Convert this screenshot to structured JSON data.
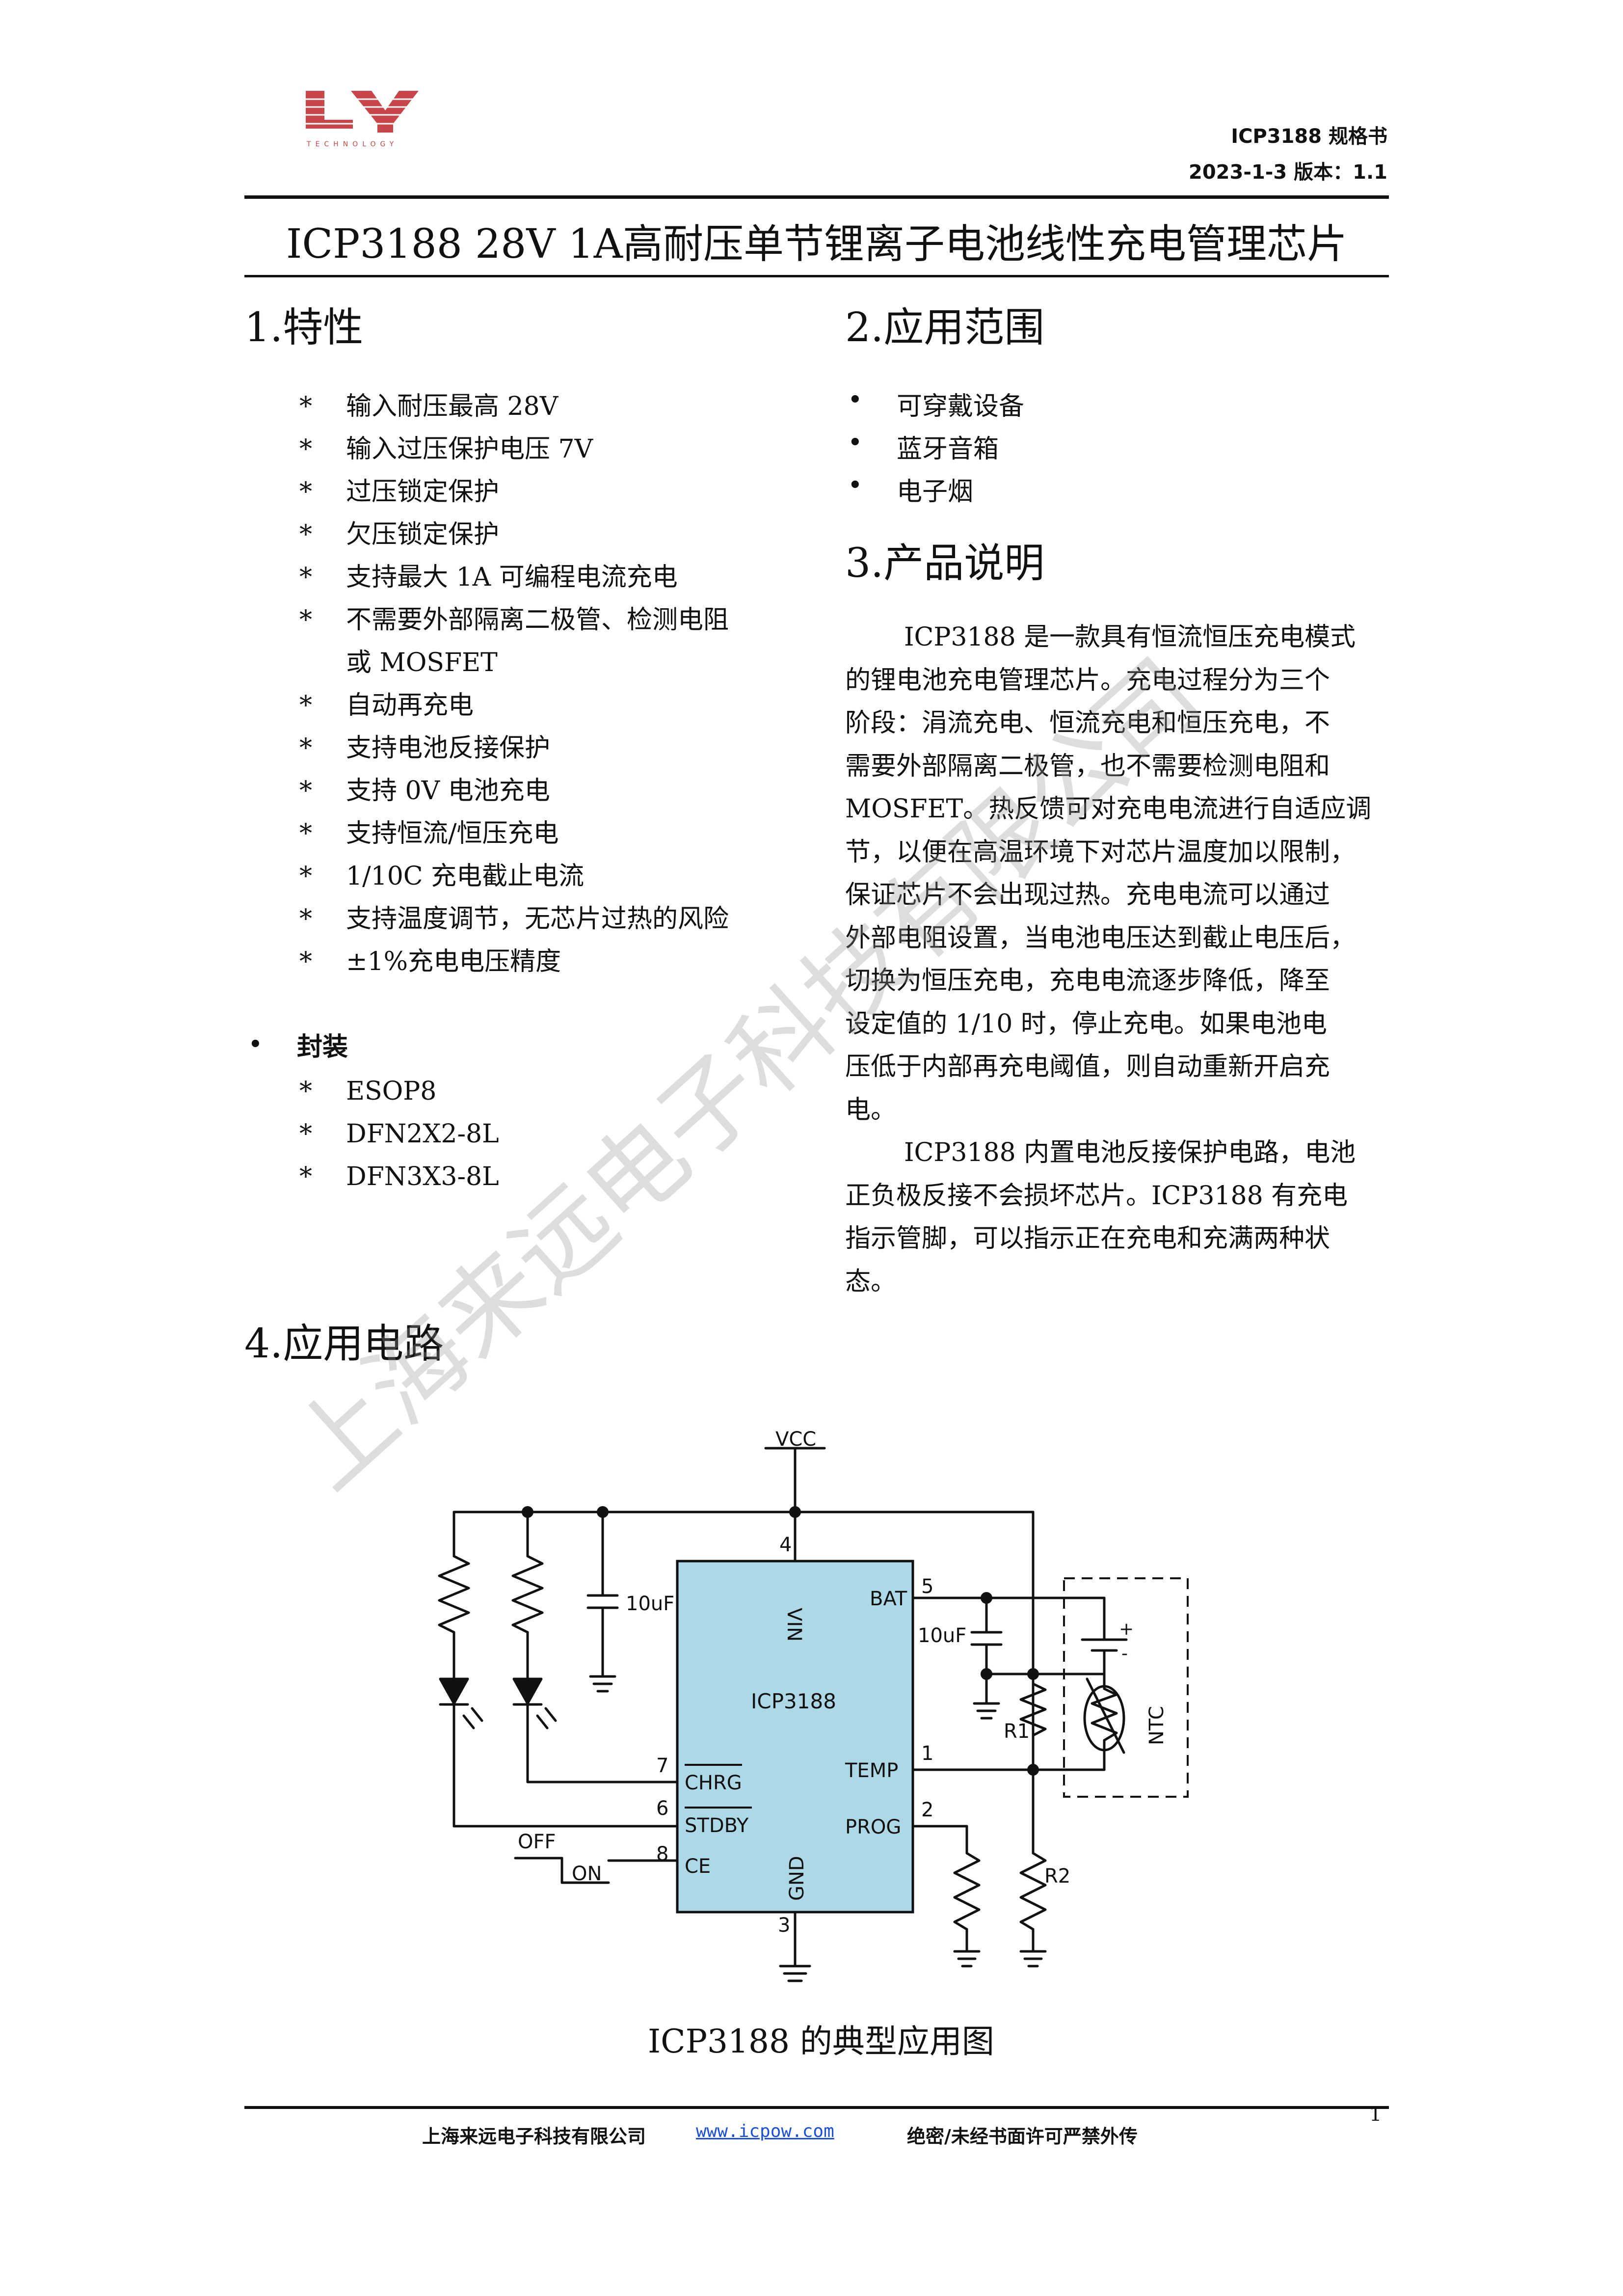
{
  "header": {
    "logo_text": "LY",
    "logo_sub": "TECHNOLOGY",
    "doc_name": "ICP3188 规格书",
    "date_version": "2023-1-3 版本：1.1"
  },
  "title": "ICP3188 28V 1A高耐压单节锂离子电池线性充电管理芯片",
  "features": {
    "heading": "1.特性",
    "star": "*",
    "items": [
      "输入耐压最高 28V",
      "输入过压保护电压 7V",
      "过压锁定保护",
      "欠压锁定保护",
      "支持最大 1A 可编程电流充电",
      "不需要外部隔离二极管、检测电阻",
      "或 MOSFET",
      "自动再充电",
      "支持电池反接保护",
      "支持 0V 电池充电",
      "支持恒流/恒压充电",
      "1/10C 充电截止电流",
      "支持温度调节，无芯片过热的风险",
      "±1%充电电压精度"
    ],
    "package_bullet": "•",
    "package_label": "封装",
    "packages": [
      "ESOP8",
      "DFN2X2-8L",
      "DFN3X3-8L"
    ]
  },
  "applications": {
    "heading": "2.应用范围",
    "bullet": "•",
    "items": [
      "可穿戴设备",
      "蓝牙音箱",
      "电子烟"
    ]
  },
  "description": {
    "heading": "3.产品说明",
    "lines": [
      "ICP3188 是一款具有恒流恒压充电模式",
      "的锂电池充电管理芯片。充电过程分为三个",
      "阶段：涓流充电、恒流充电和恒压充电，不",
      "需要外部隔离二极管，也不需要检测电阻和",
      "MOSFET。热反馈可对充电电流进行自适应调",
      "节，以便在高温环境下对芯片温度加以限制，",
      "保证芯片不会出现过热。充电电流可以通过",
      "外部电阻设置，当电池电压达到截止电压后，",
      "切换为恒压充电，充电电流逐步降低，降至",
      "设定值的 1/10 时，停止充电。如果电池电",
      "压低于内部再充电阈值，则自动重新开启充",
      "电。",
      "ICP3188 内置电池反接保护电路，电池",
      "正负极反接不会损坏芯片。ICP3188 有充电",
      "指示管脚，可以指示正在充电和充满两种状",
      "态。"
    ]
  },
  "circuit": {
    "heading": "4.应用电路",
    "vcc": "VCC",
    "chip": "ICP3188",
    "pins": {
      "vin": "VIN",
      "bat": "BAT",
      "temp": "TEMP",
      "prog": "PROG",
      "chrg": "CHRG",
      "stdby": "STDBY",
      "ce": "CE",
      "gnd": "GND"
    },
    "pin_numbers": {
      "vin": "4",
      "bat": "5",
      "temp": "1",
      "prog": "2",
      "chrg": "7",
      "stdby": "6",
      "ce": "8",
      "gnd": "3"
    },
    "cap_left": "10uF",
    "cap_right": "10uF",
    "r1": "R1",
    "r2": "R2",
    "ntc": "NTC",
    "off": "OFF",
    "on": "ON",
    "plus": "+",
    "minus": "-",
    "caption": "ICP3188 的典型应用图"
  },
  "watermark": "上海来远电子科技有限公司",
  "footer": {
    "company": "上海来远电子科技有限公司",
    "url": "www.icpow.com",
    "note": "绝密/未经书面许可严禁外传",
    "page_number": "1"
  }
}
